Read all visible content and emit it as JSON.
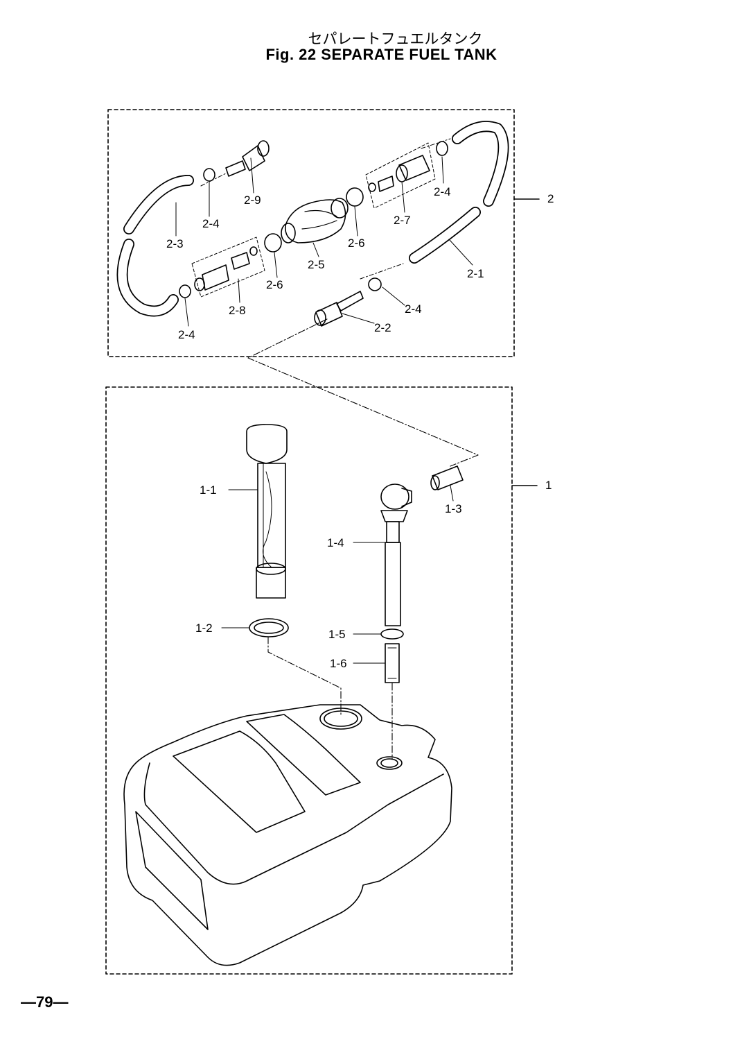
{
  "title_jp": "セパレートフュエルタンク",
  "title_en": "Fig. 22   SEPARATE FUEL TANK",
  "page_number": "—79—",
  "groups": {
    "hose_assembly": "2",
    "tank_assembly": "1"
  },
  "parts": {
    "p2_1": "2-1",
    "p2_2": "2-2",
    "p2_3": "2-3",
    "p2_4a": "2-4",
    "p2_4b": "2-4",
    "p2_4c": "2-4",
    "p2_4d": "2-4",
    "p2_5": "2-5",
    "p2_6a": "2-6",
    "p2_6b": "2-6",
    "p2_7": "2-7",
    "p2_8": "2-8",
    "p2_9": "2-9",
    "p1_1": "1-1",
    "p1_2": "1-2",
    "p1_3": "1-3",
    "p1_4": "1-4",
    "p1_5": "1-5",
    "p1_6": "1-6"
  }
}
